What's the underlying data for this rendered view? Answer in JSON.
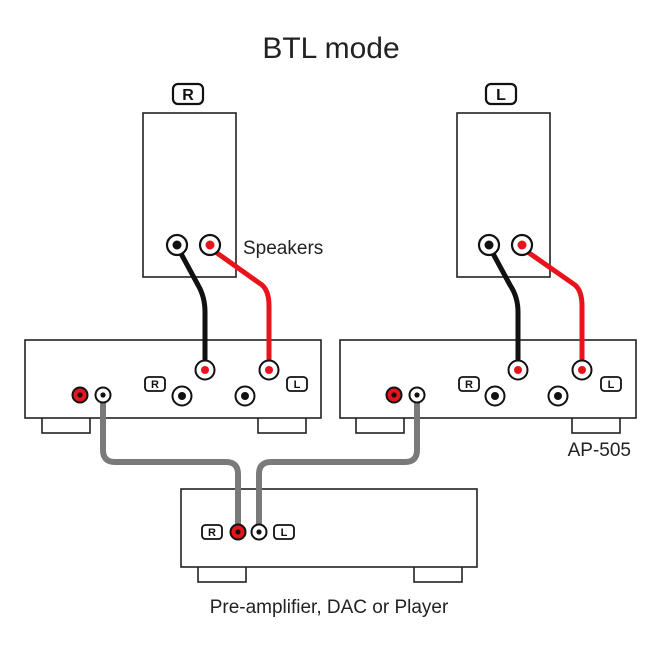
{
  "title": "BTL mode",
  "labels": {
    "speakers": "Speakers",
    "amp_model": "AP-505",
    "source": "Pre-amplifier, DAC or Player"
  },
  "badges": {
    "right": "R",
    "left": "L"
  },
  "colors": {
    "positive_wire": "#e8141c",
    "negative_wire": "#111111",
    "signal_cable": "#7a7a7a",
    "rca_red": "#e8141c",
    "outline": "#222222"
  }
}
